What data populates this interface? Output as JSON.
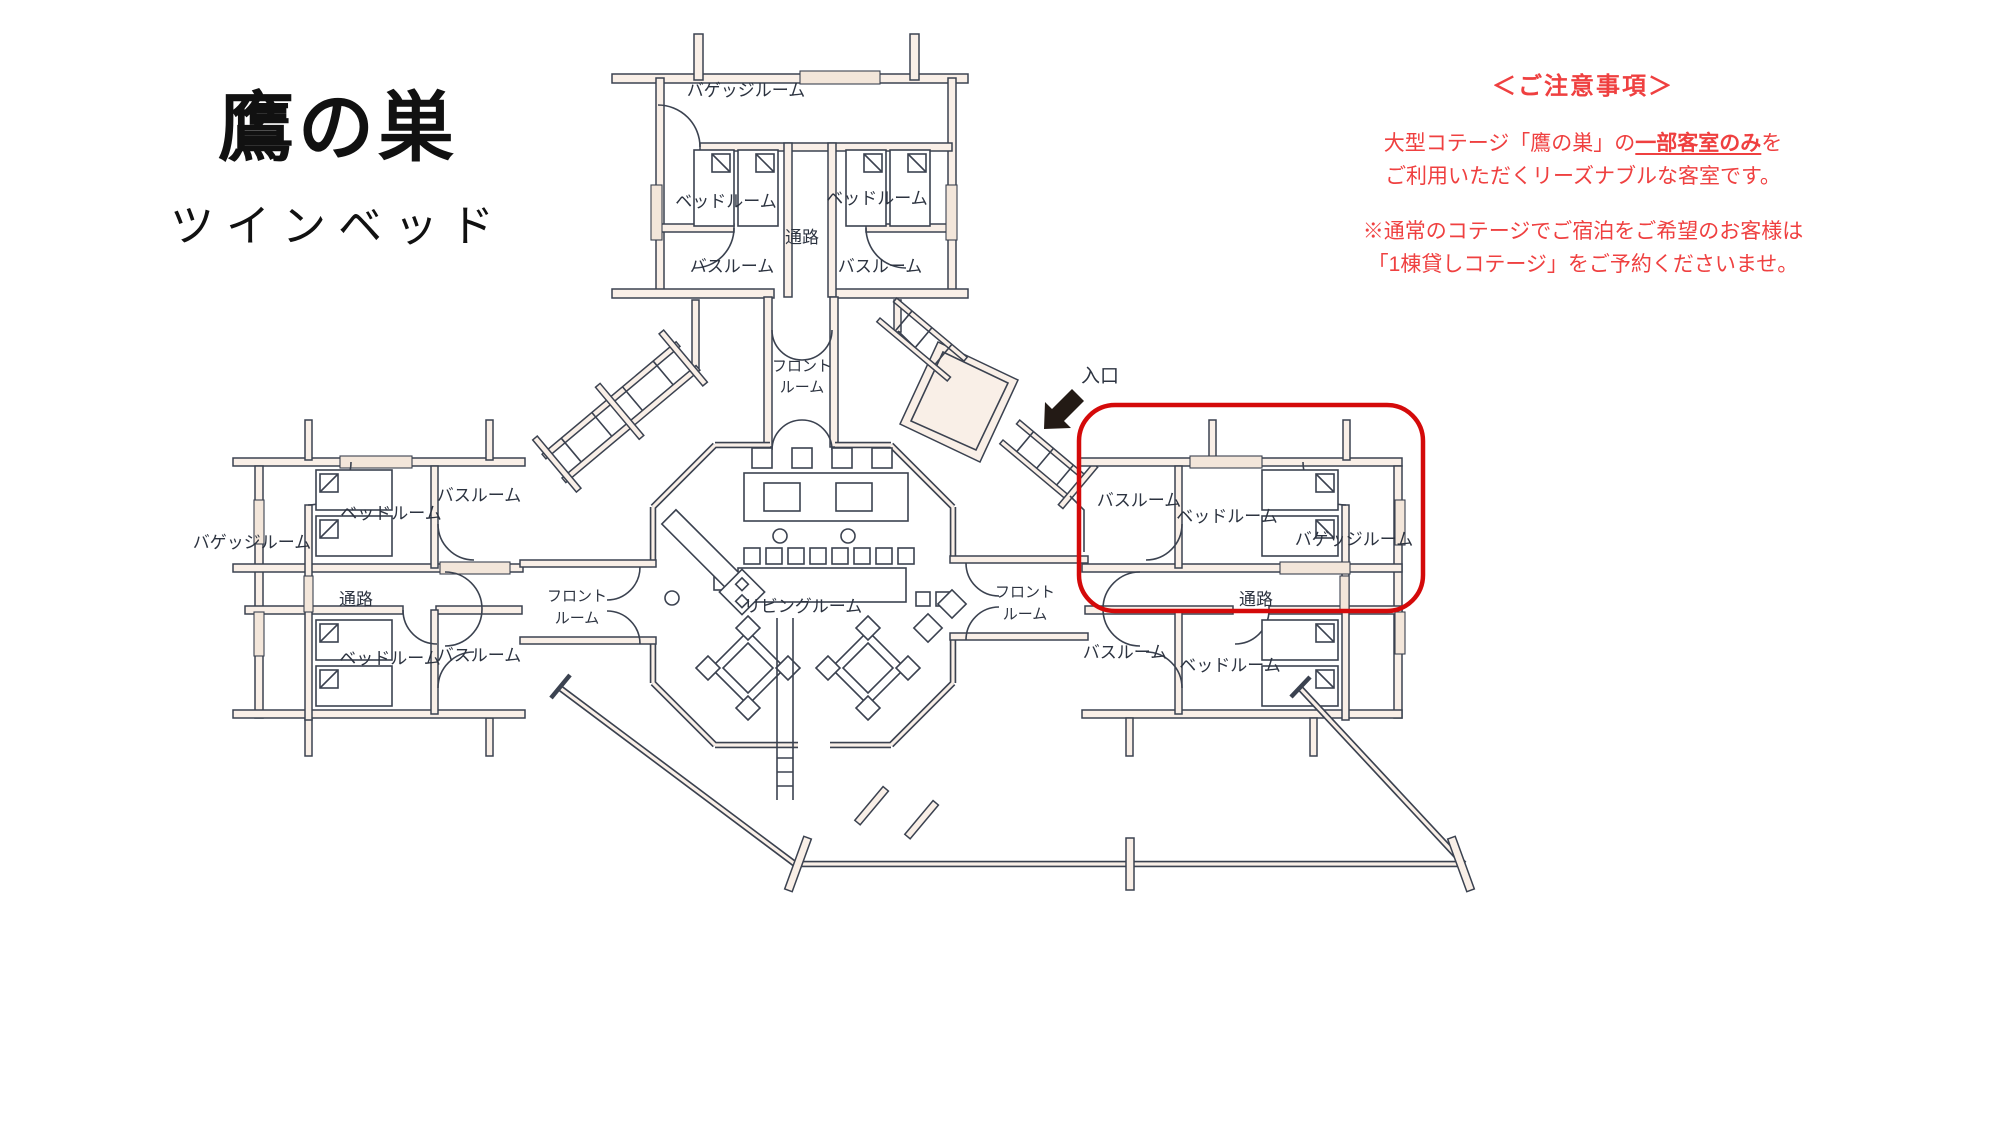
{
  "page": {
    "title": "鷹の巣",
    "subtitle": "ツインベッド"
  },
  "notice": {
    "heading": "＜ご注意事項＞",
    "line1_prefix": "大型コテージ「鷹の巣」の",
    "line1_emphasis": "一部客室のみ",
    "line1_suffix": "を",
    "line2": "ご利用いただくリーズナブルな客室です。",
    "line3": "※通常のコテージでご宿泊をご希望のお客様は",
    "line4": "「1棟貸しコテージ」をご予約くださいませ。",
    "text_color": "#ef4040"
  },
  "plan": {
    "rooms": {
      "baggage": "バゲッジルーム",
      "bedroom": "ベッドルーム",
      "bathroom": "バスルーム",
      "corridor": "通路",
      "front_line1": "フロント",
      "front_line2": "ルーム",
      "living": "リビングルーム",
      "entrance": "入口"
    },
    "highlight_color": "#d40a0a",
    "line_color": "#3b4250"
  }
}
